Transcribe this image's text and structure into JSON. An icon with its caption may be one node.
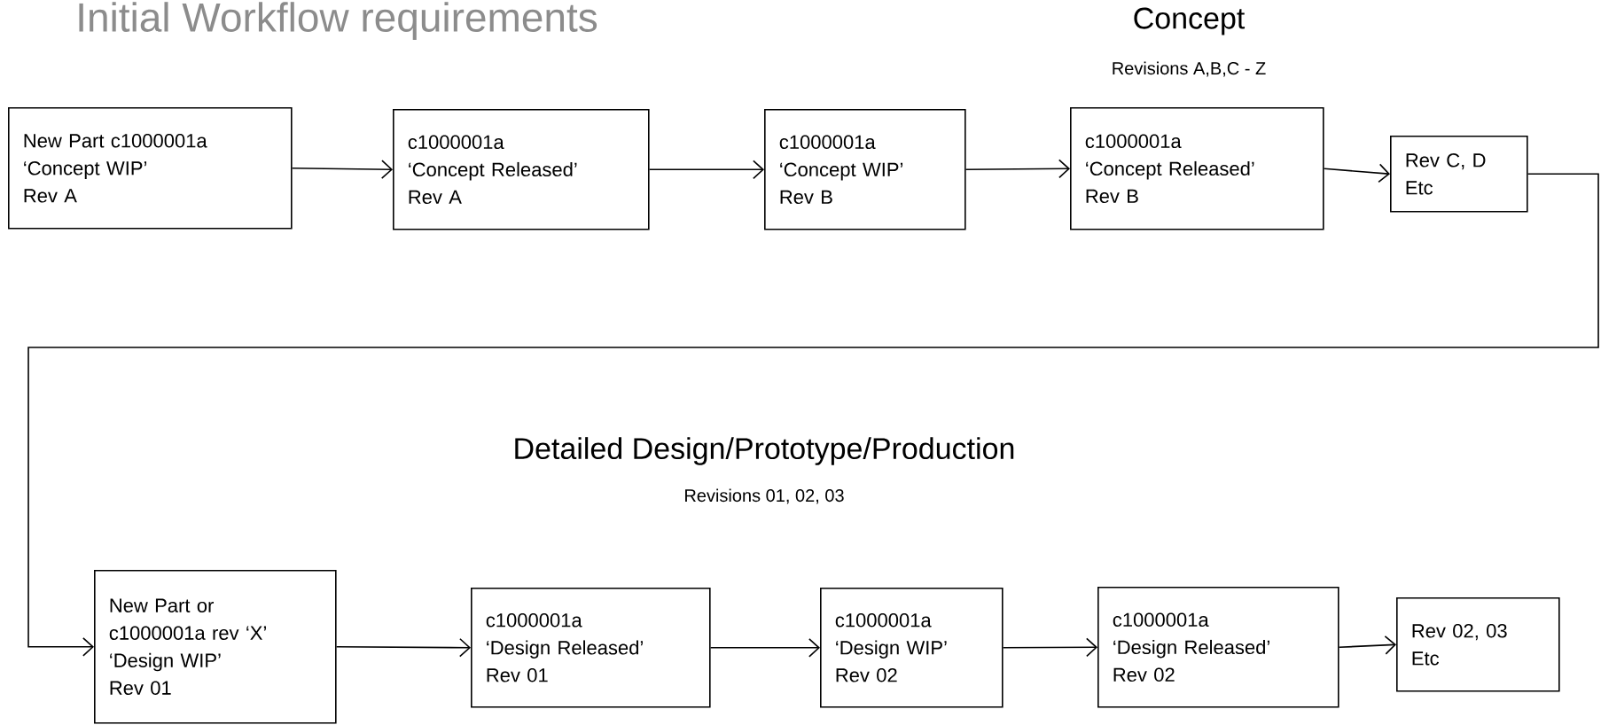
{
  "diagram": {
    "title": "Initial Workflow requirements",
    "nodes": [
      {
        "text": [
          "New Part  c1000001a",
          "‘Concept WIP’",
          "Rev A"
        ]
      },
      {
        "text": [
          "c1000001a",
          "‘Concept Released’",
          "Rev A"
        ]
      },
      {
        "text": [
          "c1000001a",
          "‘Concept WIP’",
          "Rev B"
        ]
      },
      {
        "text": [
          "c1000001a",
          "‘Concept Released’",
          "Rev B"
        ]
      },
      {
        "text": [
          "Rev C, D",
          "Etc"
        ]
      },
      {
        "text": [
          "New Part or",
          "c1000001a rev ‘X’",
          "‘Design WIP’",
          "Rev 01"
        ]
      },
      {
        "text": [
          "c1000001a",
          "‘Design Released’",
          "Rev 01"
        ]
      },
      {
        "text": [
          "c1000001a",
          "‘Design WIP’",
          "Rev 02"
        ]
      },
      {
        "text": [
          "c1000001a",
          "‘Design Released’",
          "Rev 02"
        ]
      },
      {
        "text": [
          "Rev 02, 03",
          "Etc"
        ]
      }
    ],
    "edges": [
      {
        "from": 0,
        "to": 1,
        "arrow": "to"
      },
      {
        "from": 1,
        "to": 2,
        "arrow": "to"
      },
      {
        "from": 2,
        "to": 3,
        "arrow": "to"
      },
      {
        "from": 3,
        "to": 4,
        "arrow": "to"
      },
      {
        "from": 4,
        "to": 5,
        "arrow": "to"
      },
      {
        "from": 5,
        "to": 6,
        "arrow": "to"
      },
      {
        "from": 6,
        "to": 7,
        "arrow": "to"
      },
      {
        "from": 7,
        "to": 8,
        "arrow": "to"
      },
      {
        "from": 8,
        "to": 9,
        "arrow": "to"
      }
    ],
    "labels": [
      "Concept",
      "Revisions A,B,C - Z",
      "Detailed Design/Prototype/Production",
      "Revisions 01, 02, 03"
    ]
  }
}
